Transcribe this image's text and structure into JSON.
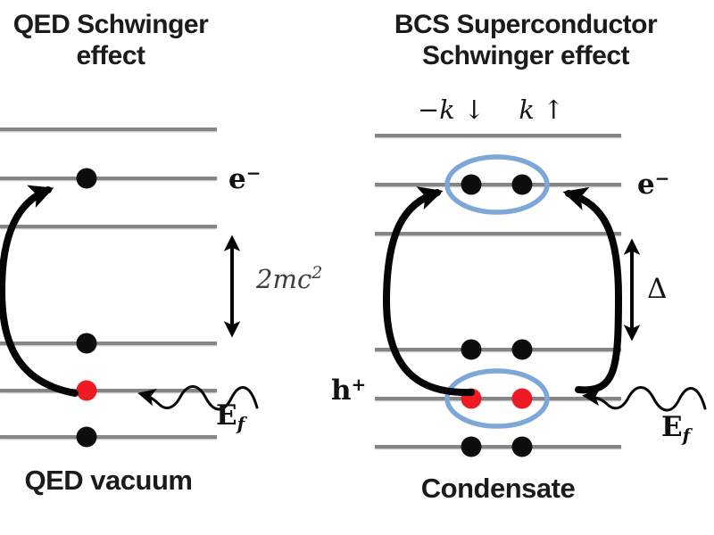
{
  "left_panel": {
    "title": "QED Schwinger effect",
    "caption": "QED vacuum",
    "electron_label": {
      "base": "e",
      "sup": "−"
    },
    "gap_label": {
      "base": "2mc",
      "sup": "2"
    },
    "field_label": {
      "base": "E",
      "sub": "f"
    }
  },
  "right_panel": {
    "title": "BCS Superconductor Schwinger effect",
    "caption": "Condensate",
    "momentum_label_left": "−k ↓",
    "momentum_label_right": "k ↑",
    "electron_label": {
      "base": "e",
      "sup": "−"
    },
    "hole_label": {
      "base": "h",
      "sup": "+"
    },
    "gap_label": "Δ",
    "field_label": {
      "base": "E",
      "sub": "f"
    }
  },
  "colors": {
    "electron_dot": "#0d0d0d",
    "hole_dot": "#ed1c24",
    "pair_ellipse": "#7da7d9",
    "level_line": "#858585",
    "arrow": "#050505",
    "title_text": "#1b1b1b",
    "math_text": "#111111",
    "gap_label_text": "#3c3c44"
  }
}
